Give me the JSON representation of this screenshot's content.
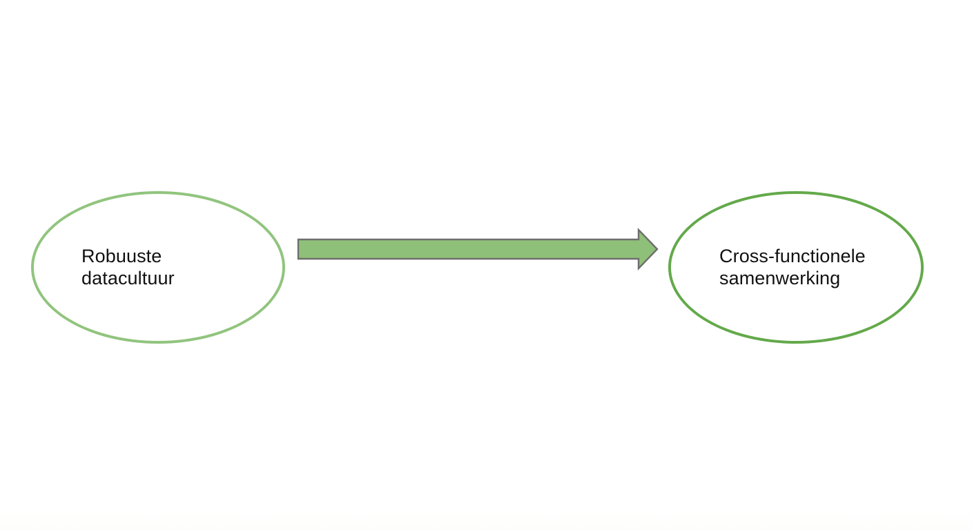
{
  "diagram": {
    "background_color": "#ffffff",
    "type": "flow-diagram",
    "nodes": [
      {
        "id": "source",
        "shape": "ellipse",
        "label": "Robuuste\ndatacultuur",
        "border_color": "#91c47e",
        "fill_color": "#ffffff",
        "text_color": "#111111"
      },
      {
        "id": "target",
        "shape": "ellipse",
        "label": "Cross-functionele\nsamenwerking",
        "border_color": "#63a94a",
        "fill_color": "#ffffff",
        "text_color": "#111111"
      }
    ],
    "connectors": [
      {
        "id": "source-to-target",
        "type": "block-arrow",
        "direction": "right",
        "label": "",
        "fill_color": "#8fc079",
        "stroke_color": "#6e6e6e"
      }
    ]
  }
}
